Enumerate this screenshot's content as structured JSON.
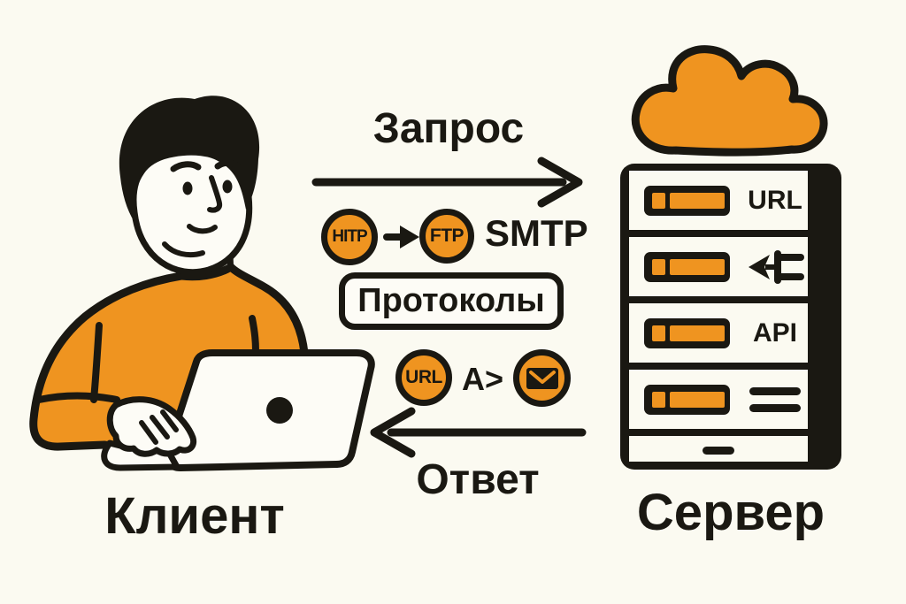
{
  "diagram": {
    "labels": {
      "request": "Запрос",
      "response": "Ответ",
      "client": "Клиент",
      "server": "Сервер",
      "protocols": "Протоколы",
      "smtp": "SMTP",
      "mail_arrow": "A>"
    },
    "badges": {
      "http": "HITP",
      "ftp": "FTP",
      "url": "URL"
    },
    "server_rack": {
      "slots": [
        {
          "type": "text",
          "label": "URL"
        },
        {
          "type": "icon",
          "icon": "plug-icon"
        },
        {
          "type": "text",
          "label": "API"
        },
        {
          "type": "icon",
          "icon": "menu-lines-icon"
        }
      ]
    },
    "icons": {
      "cloud": "cloud-icon",
      "envelope": "envelope-icon",
      "plug": "plug-icon",
      "menu_lines": "menu-lines-icon",
      "request_arrow": "arrow-right-icon",
      "response_arrow": "arrow-left-icon",
      "protocol_arrow": "arrow-right-small-icon"
    },
    "colors": {
      "accent_orange": "#EF9420",
      "ink_black": "#1A1812",
      "background": "#FBFAF1"
    }
  }
}
